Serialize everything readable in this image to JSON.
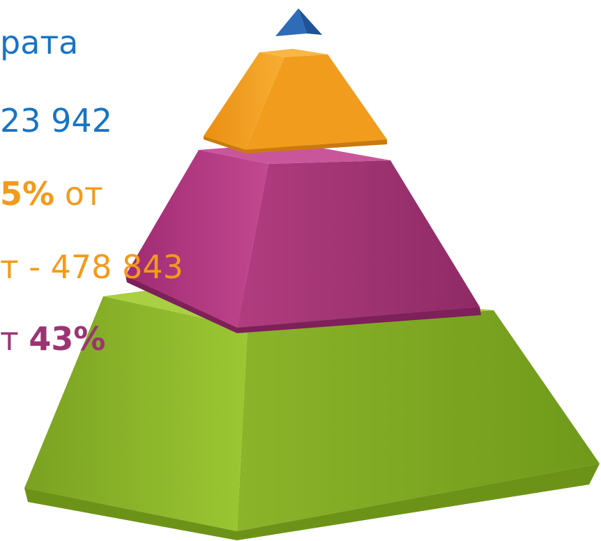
{
  "colors": {
    "blue": "#1874c4",
    "orange": "#f39a1c",
    "purple": "#9c3472",
    "apex": "#2a63ad",
    "tier2": "#f3a020",
    "tier3": "#b73a86",
    "tier4": "#8ab82a"
  },
  "lines": [
    {
      "text": "рата",
      "color": "#1874c4"
    },
    {
      "text": "23 942",
      "color": "#1874c4"
    },
    {
      "bold": "5%",
      "rest": " от",
      "color": "#f39a1c"
    },
    {
      "text": "т - 478 843",
      "color": "#f39a1c"
    },
    {
      "prefix": "т ",
      "bold": "43%",
      "color": "#9c3472"
    }
  ]
}
